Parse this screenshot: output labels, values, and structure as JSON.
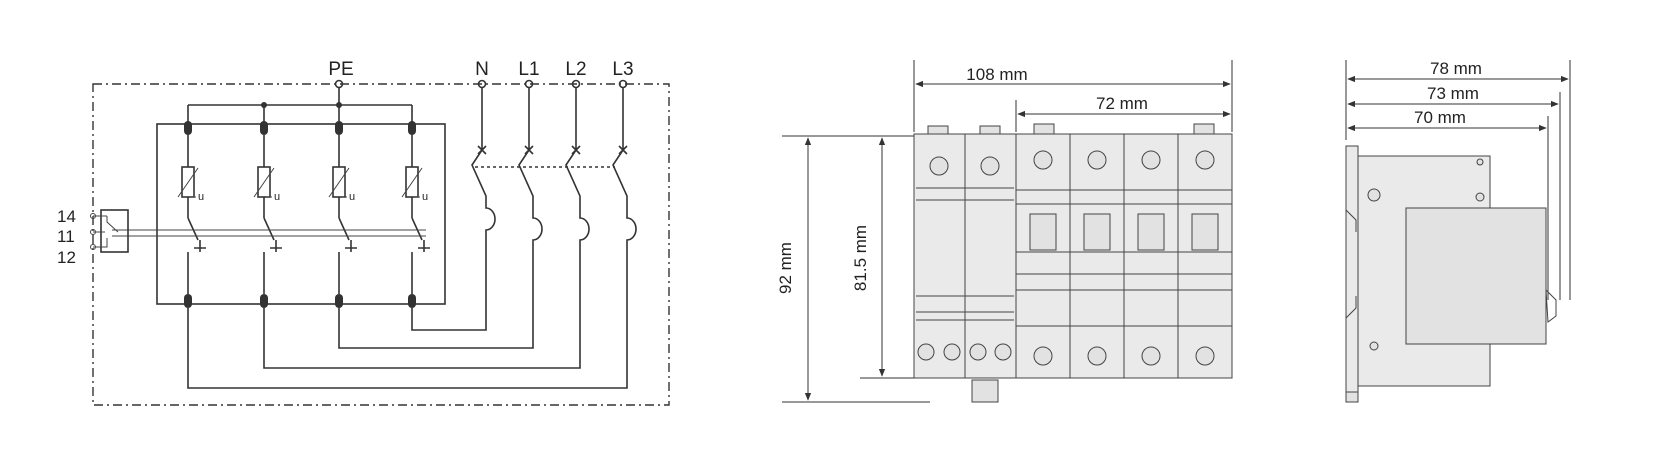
{
  "schematic": {
    "terminals": [
      "PE",
      "N",
      "L1",
      "L2",
      "L3"
    ],
    "contacts": [
      "14",
      "11",
      "12"
    ],
    "varistor_mark": "u"
  },
  "front_view": {
    "width_total": "108 mm",
    "width_modules": "72 mm",
    "height_total": "92 mm",
    "height_body": "81.5 mm"
  },
  "side_view": {
    "depth_total": "78 mm",
    "depth_mid": "73 mm",
    "depth_rail": "70 mm"
  }
}
